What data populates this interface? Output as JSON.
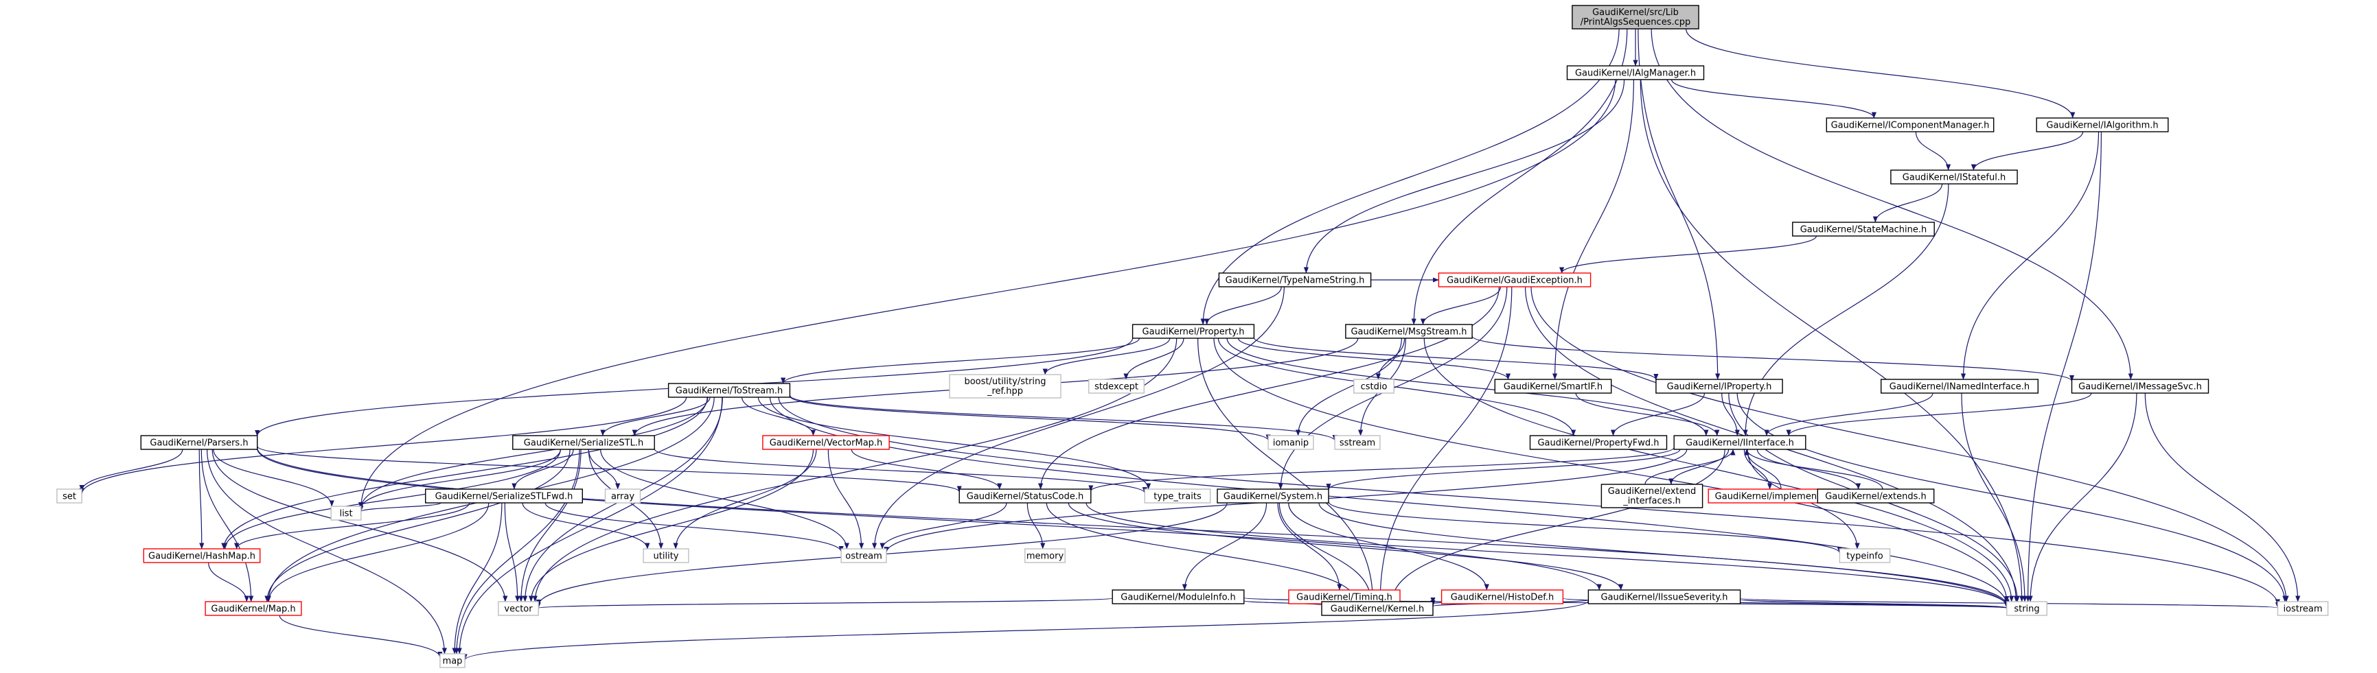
{
  "graph": {
    "nodes": [
      {
        "id": "root",
        "lines": [
          "GaudiKernel/src/Lib",
          "/PrintAlgsSequences.cpp"
        ],
        "kind": "root"
      },
      {
        "id": "IAlgManager",
        "lines": [
          "GaudiKernel/IAlgManager.h"
        ],
        "kind": "normal"
      },
      {
        "id": "IAlgorithm",
        "lines": [
          "GaudiKernel/IAlgorithm.h"
        ],
        "kind": "normal"
      },
      {
        "id": "IComponentManager",
        "lines": [
          "GaudiKernel/IComponentManager.h"
        ],
        "kind": "normal"
      },
      {
        "id": "IStateful",
        "lines": [
          "GaudiKernel/IStateful.h"
        ],
        "kind": "normal"
      },
      {
        "id": "StateMachine",
        "lines": [
          "GaudiKernel/StateMachine.h"
        ],
        "kind": "normal"
      },
      {
        "id": "TypeNameString",
        "lines": [
          "GaudiKernel/TypeNameString.h"
        ],
        "kind": "normal"
      },
      {
        "id": "GaudiException",
        "lines": [
          "GaudiKernel/GaudiException.h"
        ],
        "kind": "missing"
      },
      {
        "id": "Property",
        "lines": [
          "GaudiKernel/Property.h"
        ],
        "kind": "normal"
      },
      {
        "id": "MsgStream",
        "lines": [
          "GaudiKernel/MsgStream.h"
        ],
        "kind": "normal"
      },
      {
        "id": "boost_string_ref",
        "lines": [
          "boost/utility/string",
          "_ref.hpp"
        ],
        "kind": "system"
      },
      {
        "id": "stdexcept",
        "lines": [
          "stdexcept"
        ],
        "kind": "system"
      },
      {
        "id": "cstdio",
        "lines": [
          "cstdio"
        ],
        "kind": "system"
      },
      {
        "id": "SmartIF",
        "lines": [
          "GaudiKernel/SmartIF.h"
        ],
        "kind": "normal"
      },
      {
        "id": "IProperty",
        "lines": [
          "GaudiKernel/IProperty.h"
        ],
        "kind": "normal"
      },
      {
        "id": "INamedInterface",
        "lines": [
          "GaudiKernel/INamedInterface.h"
        ],
        "kind": "normal"
      },
      {
        "id": "IMessageSvc",
        "lines": [
          "GaudiKernel/IMessageSvc.h"
        ],
        "kind": "normal"
      },
      {
        "id": "ToStream",
        "lines": [
          "GaudiKernel/ToStream.h"
        ],
        "kind": "normal"
      },
      {
        "id": "iomanip",
        "lines": [
          "iomanip"
        ],
        "kind": "system"
      },
      {
        "id": "sstream",
        "lines": [
          "sstream"
        ],
        "kind": "system"
      },
      {
        "id": "PropertyFwd",
        "lines": [
          "GaudiKernel/PropertyFwd.h"
        ],
        "kind": "normal"
      },
      {
        "id": "IInterface",
        "lines": [
          "GaudiKernel/IInterface.h"
        ],
        "kind": "normal"
      },
      {
        "id": "Parsers",
        "lines": [
          "GaudiKernel/Parsers.h"
        ],
        "kind": "normal"
      },
      {
        "id": "SerializeSTL",
        "lines": [
          "GaudiKernel/SerializeSTL.h"
        ],
        "kind": "normal"
      },
      {
        "id": "VectorMap",
        "lines": [
          "GaudiKernel/VectorMap.h"
        ],
        "kind": "missing"
      },
      {
        "id": "set",
        "lines": [
          "set"
        ],
        "kind": "system"
      },
      {
        "id": "array",
        "lines": [
          "array"
        ],
        "kind": "system"
      },
      {
        "id": "type_traits",
        "lines": [
          "type_traits"
        ],
        "kind": "system"
      },
      {
        "id": "StatusCode",
        "lines": [
          "GaudiKernel/StatusCode.h"
        ],
        "kind": "normal"
      },
      {
        "id": "extend_interfaces",
        "lines": [
          "GaudiKernel/extend",
          "_interfaces.h"
        ],
        "kind": "normal"
      },
      {
        "id": "implements",
        "lines": [
          "GaudiKernel/implements.h"
        ],
        "kind": "missing"
      },
      {
        "id": "extends",
        "lines": [
          "GaudiKernel/extends.h"
        ],
        "kind": "normal"
      },
      {
        "id": "System",
        "lines": [
          "GaudiKernel/System.h"
        ],
        "kind": "normal"
      },
      {
        "id": "SerializeSTLFwd",
        "lines": [
          "GaudiKernel/SerializeSTLFwd.h"
        ],
        "kind": "normal"
      },
      {
        "id": "list",
        "lines": [
          "list"
        ],
        "kind": "system"
      },
      {
        "id": "utility",
        "lines": [
          "utility"
        ],
        "kind": "system"
      },
      {
        "id": "ostream",
        "lines": [
          "ostream"
        ],
        "kind": "system"
      },
      {
        "id": "memory",
        "lines": [
          "memory"
        ],
        "kind": "system"
      },
      {
        "id": "typeinfo",
        "lines": [
          "typeinfo"
        ],
        "kind": "system"
      },
      {
        "id": "HashMap",
        "lines": [
          "GaudiKernel/HashMap.h"
        ],
        "kind": "missing"
      },
      {
        "id": "ModuleInfo",
        "lines": [
          "GaudiKernel/ModuleInfo.h"
        ],
        "kind": "normal"
      },
      {
        "id": "Timing",
        "lines": [
          "GaudiKernel/Timing.h"
        ],
        "kind": "missing"
      },
      {
        "id": "HistoDef",
        "lines": [
          "GaudiKernel/HistoDef.h"
        ],
        "kind": "missing"
      },
      {
        "id": "IssueSeverity",
        "lines": [
          "GaudiKernel/IIssueSeverity.h"
        ],
        "kind": "normal"
      },
      {
        "id": "vector",
        "lines": [
          "vector"
        ],
        "kind": "system"
      },
      {
        "id": "Kernel",
        "lines": [
          "GaudiKernel/Kernel.h"
        ],
        "kind": "normal"
      },
      {
        "id": "string",
        "lines": [
          "string"
        ],
        "kind": "system"
      },
      {
        "id": "iostream",
        "lines": [
          "iostream"
        ],
        "kind": "system"
      },
      {
        "id": "Map",
        "lines": [
          "GaudiKernel/Map.h"
        ],
        "kind": "missing"
      },
      {
        "id": "map",
        "lines": [
          "map"
        ],
        "kind": "system"
      }
    ],
    "edges": [
      [
        "root",
        "IAlgManager"
      ],
      [
        "root",
        "IAlgorithm"
      ],
      [
        "root",
        "Property"
      ],
      [
        "root",
        "MsgStream"
      ],
      [
        "root",
        "IProperty"
      ],
      [
        "root",
        "IMessageSvc"
      ],
      [
        "IAlgManager",
        "IComponentManager"
      ],
      [
        "IAlgManager",
        "TypeNameString"
      ],
      [
        "IAlgManager",
        "SmartIF"
      ],
      [
        "IAlgManager",
        "list"
      ],
      [
        "IAlgManager",
        "string"
      ],
      [
        "IComponentManager",
        "IStateful"
      ],
      [
        "IAlgorithm",
        "IStateful"
      ],
      [
        "IAlgorithm",
        "INamedInterface"
      ],
      [
        "IAlgorithm",
        "string"
      ],
      [
        "IStateful",
        "StateMachine"
      ],
      [
        "IStateful",
        "IInterface"
      ],
      [
        "StateMachine",
        "GaudiException"
      ],
      [
        "TypeNameString",
        "Property"
      ],
      [
        "TypeNameString",
        "GaudiException"
      ],
      [
        "TypeNameString",
        "ostream"
      ],
      [
        "GaudiException",
        "MsgStream"
      ],
      [
        "GaudiException",
        "StatusCode"
      ],
      [
        "GaudiException",
        "System"
      ],
      [
        "GaudiException",
        "Kernel"
      ],
      [
        "GaudiException",
        "string"
      ],
      [
        "GaudiException",
        "iostream"
      ],
      [
        "Property",
        "boost_string_ref"
      ],
      [
        "Property",
        "stdexcept"
      ],
      [
        "Property",
        "ToStream"
      ],
      [
        "Property",
        "SmartIF"
      ],
      [
        "Property",
        "IProperty"
      ],
      [
        "Property",
        "PropertyFwd"
      ],
      [
        "Property",
        "Parsers"
      ],
      [
        "Property",
        "Kernel"
      ],
      [
        "Property",
        "string"
      ],
      [
        "Property",
        "vector"
      ],
      [
        "Property",
        "IInterface"
      ],
      [
        "MsgStream",
        "cstdio"
      ],
      [
        "MsgStream",
        "iomanip"
      ],
      [
        "MsgStream",
        "sstream"
      ],
      [
        "MsgStream",
        "IMessageSvc"
      ],
      [
        "MsgStream",
        "SerializeSTL"
      ],
      [
        "MsgStream",
        "string"
      ],
      [
        "SmartIF",
        "IInterface"
      ],
      [
        "IProperty",
        "PropertyFwd"
      ],
      [
        "IProperty",
        "IInterface"
      ],
      [
        "IProperty",
        "string"
      ],
      [
        "IProperty",
        "iostream"
      ],
      [
        "INamedInterface",
        "IInterface"
      ],
      [
        "INamedInterface",
        "string"
      ],
      [
        "IMessageSvc",
        "IInterface"
      ],
      [
        "IMessageSvc",
        "iostream"
      ],
      [
        "IMessageSvc",
        "string"
      ],
      [
        "ToStream",
        "iomanip"
      ],
      [
        "ToStream",
        "sstream"
      ],
      [
        "ToStream",
        "SerializeSTL"
      ],
      [
        "ToStream",
        "VectorMap"
      ],
      [
        "ToStream",
        "set"
      ],
      [
        "ToStream",
        "list"
      ],
      [
        "ToStream",
        "type_traits"
      ],
      [
        "ToStream",
        "HashMap"
      ],
      [
        "ToStream",
        "Map"
      ],
      [
        "ToStream",
        "map"
      ],
      [
        "ToStream",
        "vector"
      ],
      [
        "ToStream",
        "string"
      ],
      [
        "ToStream",
        "iostream"
      ],
      [
        "IInterface",
        "extend_interfaces"
      ],
      [
        "IInterface",
        "implements"
      ],
      [
        "IInterface",
        "extends"
      ],
      [
        "IInterface",
        "System"
      ],
      [
        "IInterface",
        "StatusCode"
      ],
      [
        "IInterface",
        "Kernel"
      ],
      [
        "IInterface",
        "typeinfo"
      ],
      [
        "IInterface",
        "ostream"
      ],
      [
        "extend_interfaces",
        "IInterface"
      ],
      [
        "implements",
        "IInterface"
      ],
      [
        "extends",
        "IInterface"
      ],
      [
        "Parsers",
        "set"
      ],
      [
        "Parsers",
        "list"
      ],
      [
        "Parsers",
        "StatusCode"
      ],
      [
        "Parsers",
        "HashMap"
      ],
      [
        "Parsers",
        "Map"
      ],
      [
        "Parsers",
        "map"
      ],
      [
        "Parsers",
        "vector"
      ],
      [
        "Parsers",
        "IssueSeverity"
      ],
      [
        "Parsers",
        "string"
      ],
      [
        "SerializeSTL",
        "SerializeSTLFwd"
      ],
      [
        "SerializeSTL",
        "array"
      ],
      [
        "SerializeSTL",
        "utility"
      ],
      [
        "SerializeSTL",
        "list"
      ],
      [
        "SerializeSTL",
        "HashMap"
      ],
      [
        "SerializeSTL",
        "Map"
      ],
      [
        "SerializeSTL",
        "map"
      ],
      [
        "SerializeSTL",
        "vector"
      ],
      [
        "SerializeSTL",
        "ostream"
      ],
      [
        "SerializeSTL",
        "type_traits"
      ],
      [
        "VectorMap",
        "StatusCode"
      ],
      [
        "VectorMap",
        "utility"
      ],
      [
        "VectorMap",
        "ostream"
      ],
      [
        "VectorMap",
        "vector"
      ],
      [
        "StatusCode",
        "ostream"
      ],
      [
        "StatusCode",
        "memory"
      ],
      [
        "StatusCode",
        "IssueSeverity"
      ],
      [
        "StatusCode",
        "Kernel"
      ],
      [
        "StatusCode",
        "string"
      ],
      [
        "System",
        "ModuleInfo"
      ],
      [
        "System",
        "Timing"
      ],
      [
        "System",
        "HistoDef"
      ],
      [
        "System",
        "Kernel"
      ],
      [
        "System",
        "typeinfo"
      ],
      [
        "System",
        "string"
      ],
      [
        "System",
        "vector"
      ],
      [
        "SerializeSTLFwd",
        "list"
      ],
      [
        "SerializeSTLFwd",
        "utility"
      ],
      [
        "SerializeSTLFwd",
        "vector"
      ],
      [
        "SerializeSTLFwd",
        "HashMap"
      ],
      [
        "SerializeSTLFwd",
        "Map"
      ],
      [
        "SerializeSTLFwd",
        "map"
      ],
      [
        "SerializeSTLFwd",
        "ostream"
      ],
      [
        "HashMap",
        "Map"
      ],
      [
        "Map",
        "map"
      ],
      [
        "ModuleInfo",
        "Kernel"
      ],
      [
        "ModuleInfo",
        "string"
      ],
      [
        "ModuleInfo",
        "vector"
      ],
      [
        "Timing",
        "Kernel"
      ],
      [
        "HistoDef",
        "Kernel"
      ],
      [
        "HistoDef",
        "string"
      ],
      [
        "IssueSeverity",
        "Kernel"
      ],
      [
        "IssueSeverity",
        "string"
      ],
      [
        "IssueSeverity",
        "iostream"
      ],
      [
        "IssueSeverity",
        "map"
      ]
    ]
  },
  "colors": {
    "edge": "#191970",
    "normal_border": "#000000",
    "missing_border": "#ff0000",
    "system_border": "#bfbfbf",
    "root_fill": "#bfbfbf",
    "system_text": "#000000"
  }
}
